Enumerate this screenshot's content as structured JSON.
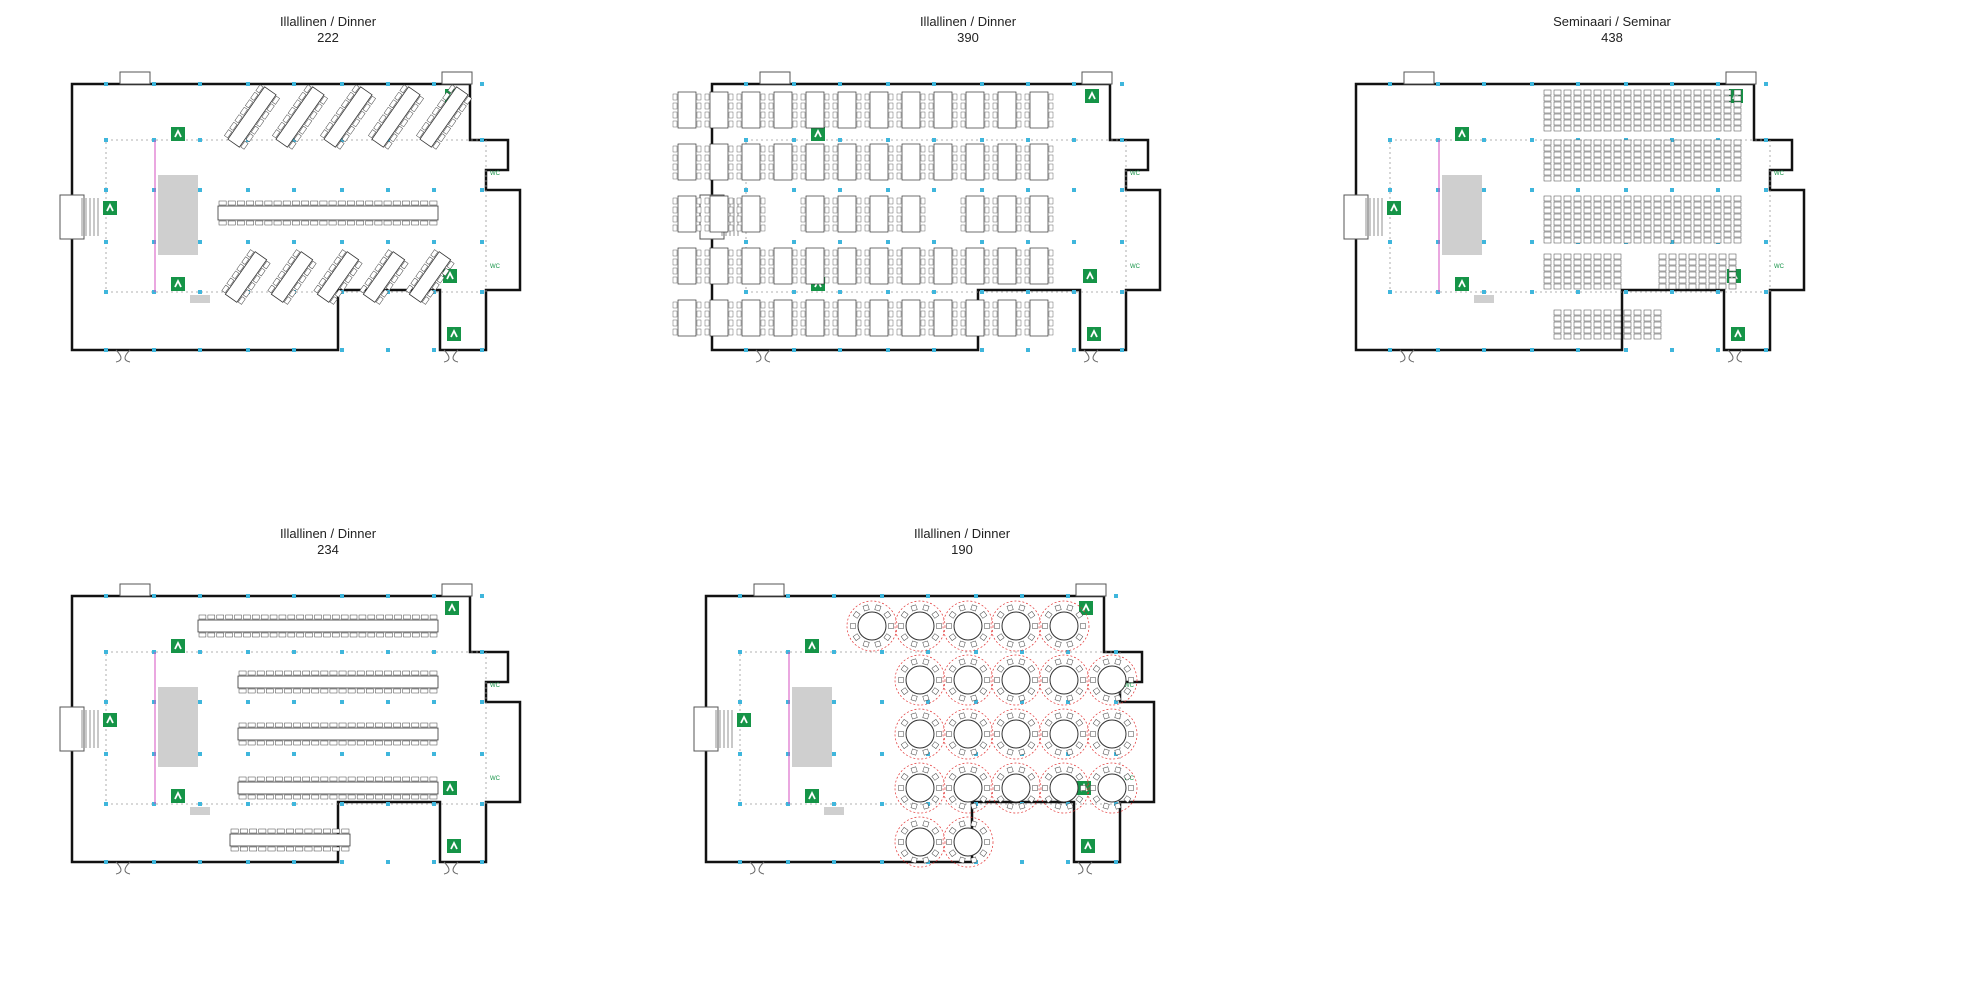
{
  "plans": [
    {
      "id": "p1",
      "title": "Illallinen / Dinner",
      "capacity": "222",
      "layout": "diagonal"
    },
    {
      "id": "p2",
      "title": "Illallinen / Dinner",
      "capacity": "390",
      "layout": "grid"
    },
    {
      "id": "p3",
      "title": "Seminaari / Seminar",
      "capacity": "438",
      "layout": "seminar"
    },
    {
      "id": "p4",
      "title": "Illallinen / Dinner",
      "capacity": "234",
      "layout": "long"
    },
    {
      "id": "p5",
      "title": "Illallinen / Dinner",
      "capacity": "190",
      "layout": "round"
    }
  ],
  "labels": {
    "wc": "WC",
    "exit_label": "uloskäynti"
  },
  "colors": {
    "wall": "#111111",
    "exit": "#159447",
    "column": "#3fb6dc",
    "stage": "#cfcfcf",
    "partition": "#d64fc2",
    "round_zone": "#e23030"
  }
}
